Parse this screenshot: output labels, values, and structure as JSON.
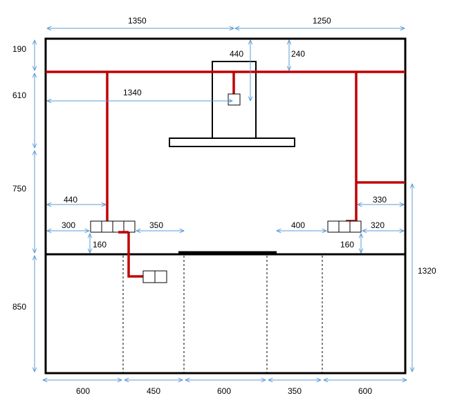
{
  "colors": {
    "wire": "#c00000",
    "dimension": "#5b9bd5",
    "outline": "#000000",
    "background": "#ffffff"
  },
  "dimensions": {
    "top_left_width": "1350",
    "top_right_width": "1250",
    "hood_width": "440",
    "hood_to_wire_height": "240",
    "wire_distance_to_hood_socket": "1340",
    "left_wall_top": "190",
    "left_wall_upper": "610",
    "left_wall_middle": "750",
    "left_wall_lower": "850",
    "left_drop_offset": "440",
    "left_socket_offset": "300",
    "left_socket_right_gap": "350",
    "left_socket_height": "160",
    "right_socket_left_gap": "400",
    "right_socket_offset": "320",
    "right_socket_height": "160",
    "right_branch_offset": "330",
    "right_wall_height": "1320",
    "bottom_cabinets": [
      "600",
      "450",
      "600",
      "350",
      "600"
    ]
  },
  "icons": {
    "wire": "red-wire-line",
    "socket": "socket-outlet-icon",
    "arrow": "double-arrow-dimension"
  }
}
